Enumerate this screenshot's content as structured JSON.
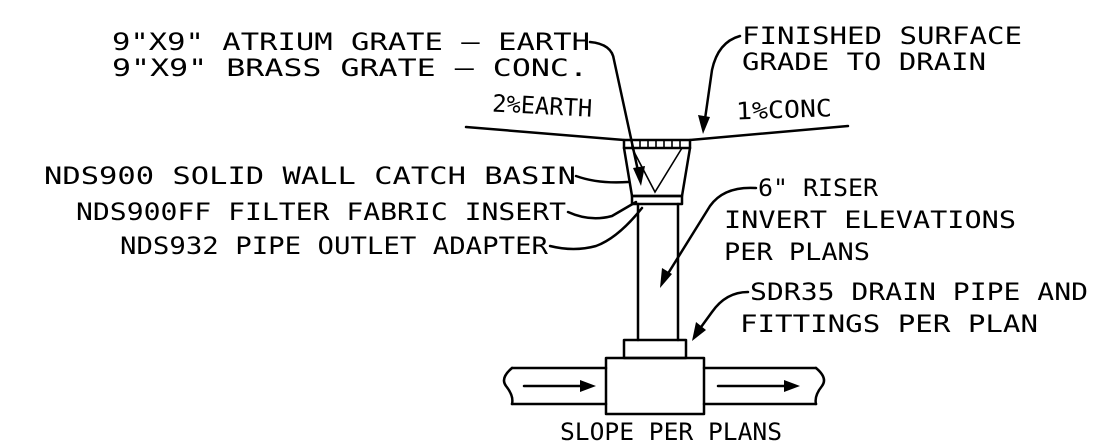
{
  "labels": {
    "atrium_grate": "9\"X9\" ATRIUM GRATE – EARTH",
    "brass_grate": "9\"X9\" BRASS GRATE – CONC.",
    "finished_surface_1": "FINISHED SURFACE",
    "finished_surface_2": "GRADE TO DRAIN",
    "earth_slope": "2%EARTH",
    "conc_slope": "1%CONC",
    "catch_basin": "NDS900 SOLID WALL CATCH BASIN",
    "filter_insert": "NDS900FF FILTER FABRIC INSERT",
    "outlet_adapter": "NDS932 PIPE OUTLET ADAPTER",
    "riser_1": "6\" RISER",
    "riser_2": "INVERT ELEVATIONS",
    "riser_3": "PER PLANS",
    "drain_pipe_1": "SDR35 DRAIN PIPE AND",
    "drain_pipe_2": "FITTINGS PER PLAN",
    "slope_plans": "SLOPE PER PLANS"
  }
}
